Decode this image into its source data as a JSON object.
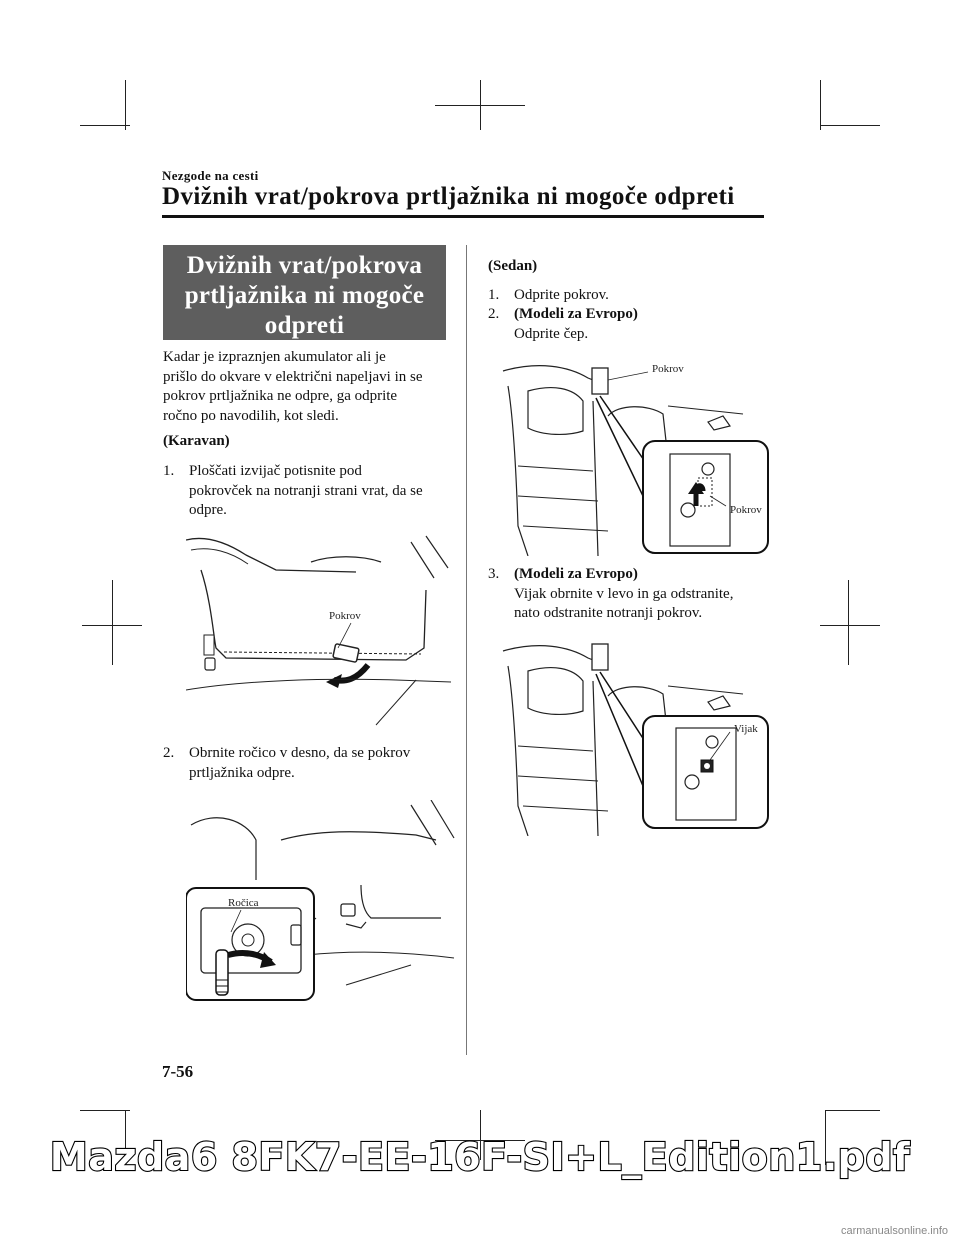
{
  "header": {
    "section": "Nezgode na cesti",
    "title": "Dvižnih vrat/pokrova prtljažnika ni mogoče odpreti"
  },
  "left": {
    "box_title_lines": [
      "Dvižnih vrat/pokrova",
      "prtljažnika ni mogoče",
      "odpreti"
    ],
    "intro_lines": [
      "Kadar je izpraznjen akumulator ali je",
      "prišlo do okvare v električni napeljavi in se",
      "pokrov prtljažnika ne odpre, ga odprite",
      "ročno po navodilih, kot sledi."
    ],
    "karavan": "(Karavan)",
    "step1_num": "1.",
    "step1_lines": [
      "Ploščati izvijač potisnite pod",
      "pokrovček na notranji strani vrat, da se",
      "odpre."
    ],
    "fig1_label": "Pokrov",
    "step2_num": "2.",
    "step2_lines": [
      "Obrnite ročico v desno, da se pokrov",
      "prtljažnika odpre."
    ],
    "fig2_label": "Ročica"
  },
  "right": {
    "sedan": "(Sedan)",
    "step1_num": "1.",
    "step1_text": "Odprite pokrov.",
    "step2_num": "2.",
    "step2_bold": "(Modeli za Evropo)",
    "step2_text": "Odprite čep.",
    "fig3_label_top": "Pokrov",
    "fig3_label_inset": "Pokrov",
    "step3_num": "3.",
    "step3_bold": "(Modeli za Evropo)",
    "step3_lines": [
      "Vijak obrnite v levo in ga odstranite,",
      "nato odstranite notranji pokrov."
    ],
    "fig4_label": "Vijak"
  },
  "page_number": "7-56",
  "footer": "Mazda6 8FK7-EE-16F-SI+L_Edition1.pdf",
  "watermark": "carmanualsonline.info"
}
